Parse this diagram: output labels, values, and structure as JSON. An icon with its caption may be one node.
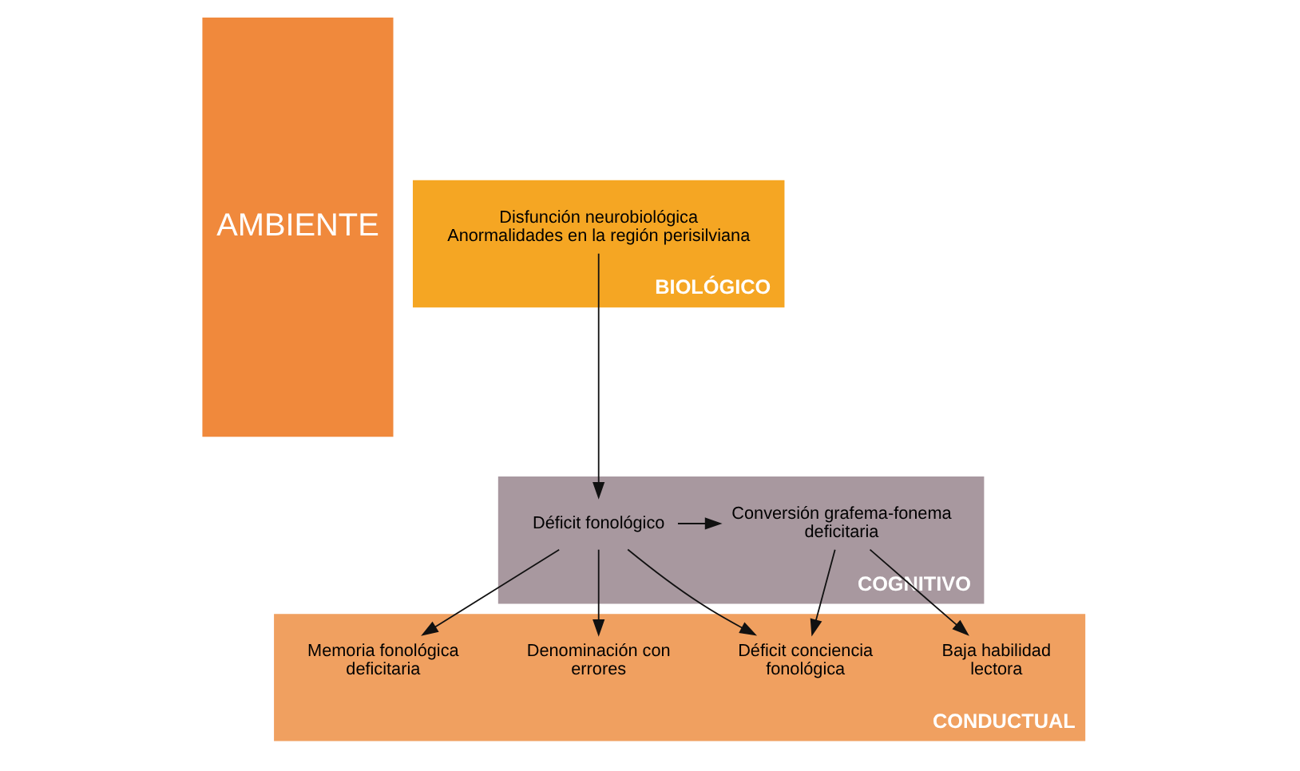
{
  "diagram": {
    "nodes": [
      {
        "text": [
          "AMBIENTE"
        ]
      },
      {
        "text": [
          "BIOLÓGICO"
        ]
      },
      {
        "text": [
          "Disfunción neurobiológica",
          "Anormalidades en la región perisilviana"
        ],
        "in": 1
      },
      {
        "text": [
          "COGNITIVO"
        ]
      },
      {
        "text": [
          "Conversión grafema-fonema deficitaria"
        ],
        "in": 3
      },
      {
        "text": [
          "Déficit fonológico"
        ],
        "in": 3
      },
      {
        "text": [
          "CONDUCTUAL"
        ]
      },
      {
        "text": [
          "Baja habilidad lectora"
        ],
        "in": 6
      },
      {
        "text": [
          "Déficit conciencia fonológica"
        ],
        "in": 6
      },
      {
        "text": [
          "Denominación con errores"
        ],
        "in": 6
      },
      {
        "text": [
          "Memoria fonológica deficitaria"
        ],
        "in": 6
      }
    ],
    "edges": [
      {
        "from": 2,
        "to": 5,
        "arrow": "to"
      },
      {
        "from": 5,
        "to": 4,
        "arrow": "to"
      },
      {
        "from": 4,
        "to": 7,
        "arrow": "to"
      },
      {
        "from": 4,
        "to": 8,
        "arrow": "to"
      },
      {
        "from": 5,
        "to": 8,
        "arrow": "to"
      },
      {
        "from": 5,
        "to": 9,
        "arrow": "to"
      },
      {
        "from": 5,
        "to": 10,
        "arrow": "to"
      }
    ]
  }
}
